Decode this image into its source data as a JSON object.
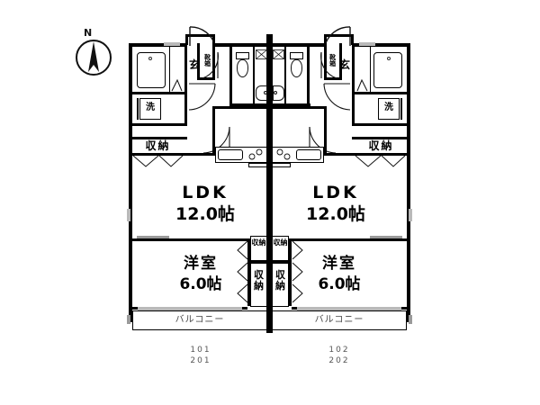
{
  "plan": {
    "title_hidden": "",
    "compass": {
      "label": "N",
      "icon": "north-arrow-icon"
    },
    "units": [
      {
        "id": "left",
        "unit_numbers": [
          "101",
          "201"
        ],
        "rooms": {
          "ldk": {
            "name": "LDK",
            "size": "12.0帖"
          },
          "bedroom": {
            "name": "洋室",
            "size": "6.0帖"
          },
          "balcony": {
            "name": "バルコニー"
          },
          "entrance": {
            "name": "玄"
          },
          "shoebox": {
            "name": "靴箱"
          },
          "washer": {
            "name": "洗"
          }
        },
        "closets": [
          {
            "name": "収納",
            "position": "upper-outer"
          },
          {
            "name": "収納",
            "position": "center-small"
          },
          {
            "name": "収納",
            "position": "center-large"
          }
        ]
      },
      {
        "id": "right",
        "unit_numbers": [
          "102",
          "202"
        ],
        "rooms": {
          "ldk": {
            "name": "LDK",
            "size": "12.0帖"
          },
          "bedroom": {
            "name": "洋室",
            "size": "6.0帖"
          },
          "balcony": {
            "name": "バルコニー"
          },
          "entrance": {
            "name": "玄"
          },
          "shoebox": {
            "name": "靴箱"
          },
          "washer": {
            "name": "洗"
          }
        },
        "closets": [
          {
            "name": "収納",
            "position": "upper-outer"
          },
          {
            "name": "収納",
            "position": "center-small"
          },
          {
            "name": "収納",
            "position": "center-large"
          }
        ]
      }
    ],
    "fixtures": {
      "bathtub": "bathtub-icon",
      "toilet": "toilet-icon",
      "washbasin": "washbasin-icon",
      "sink": "kitchen-sink-icon",
      "stove": "stove-burner-icon"
    },
    "colors": {
      "wall": "#000000",
      "background": "#ffffff",
      "window": "#b9b9b9",
      "text_muted": "#555555"
    }
  }
}
